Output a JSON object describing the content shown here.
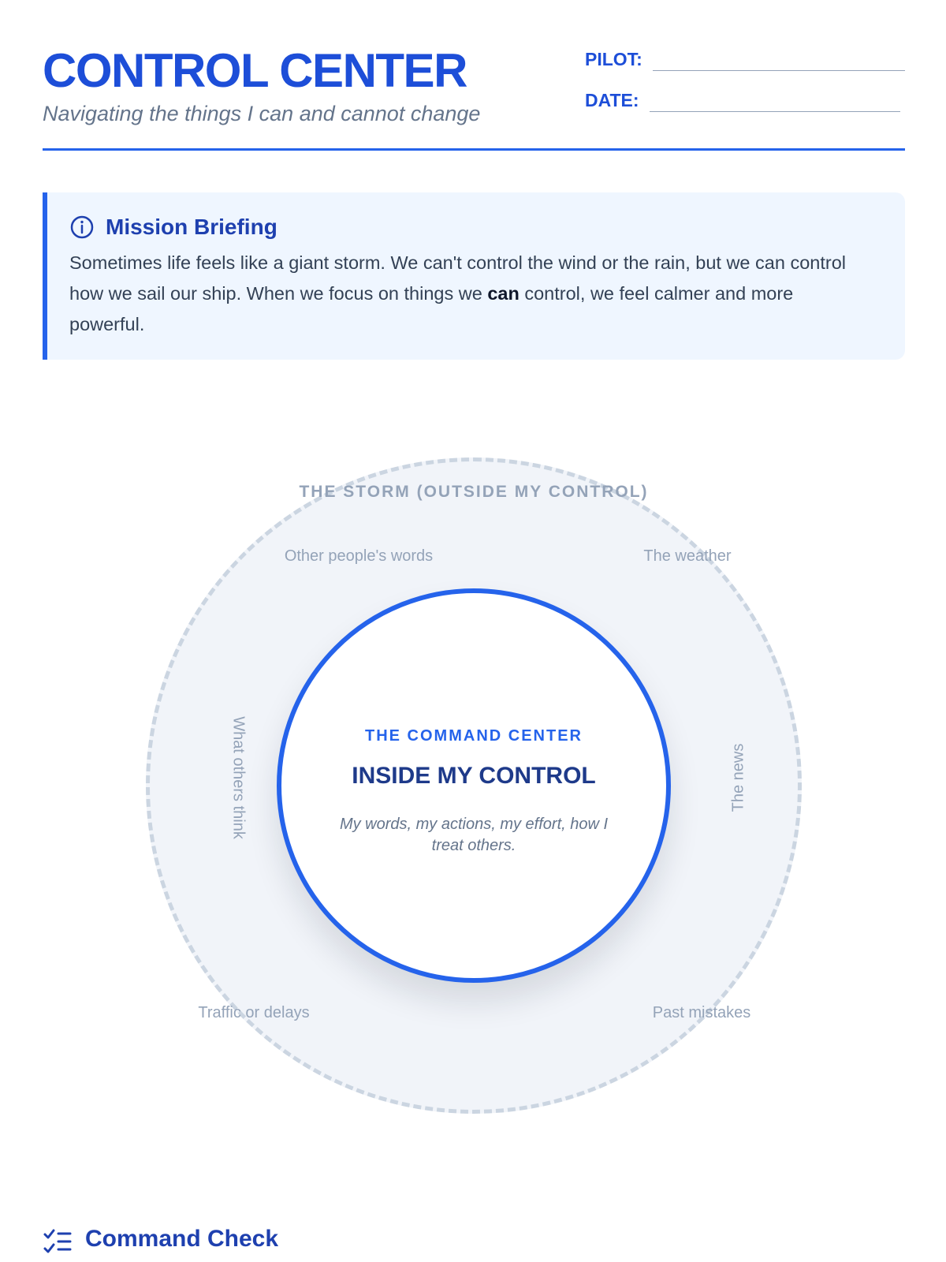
{
  "header": {
    "title": "CONTROL CENTER",
    "subtitle": "Navigating the things I can and cannot change",
    "pilot_label": "PILOT:",
    "date_label": "DATE:"
  },
  "briefing": {
    "icon": "info-icon",
    "title": "Mission Briefing",
    "text_before": "Sometimes life feels like a giant storm. We can't control the wind or the rain, but we can control how we sail our ship. When we focus on things we ",
    "text_bold": "can",
    "text_after": " control, we feel calmer and more powerful."
  },
  "diagram": {
    "outer_title": "THE STORM (OUTSIDE MY CONTROL)",
    "outer_items": {
      "top_left": "Other people's words",
      "top_right": "The weather",
      "left": "What others think",
      "right": "The news",
      "bottom_left": "Traffic or delays",
      "bottom_right": "Past mistakes"
    },
    "inner_kicker": "THE COMMAND CENTER",
    "inner_title": "INSIDE MY CONTROL",
    "inner_description": "My words, my actions, my effort, how I treat others."
  },
  "command_check": {
    "icon": "checklist-icon",
    "title": "Command Check"
  },
  "colors": {
    "accent": "#2563eb",
    "accent_dark": "#1d4ed8",
    "briefing_bg": "#eff6ff",
    "storm_bg": "#f1f4f9",
    "muted_text": "#94a3b8"
  }
}
